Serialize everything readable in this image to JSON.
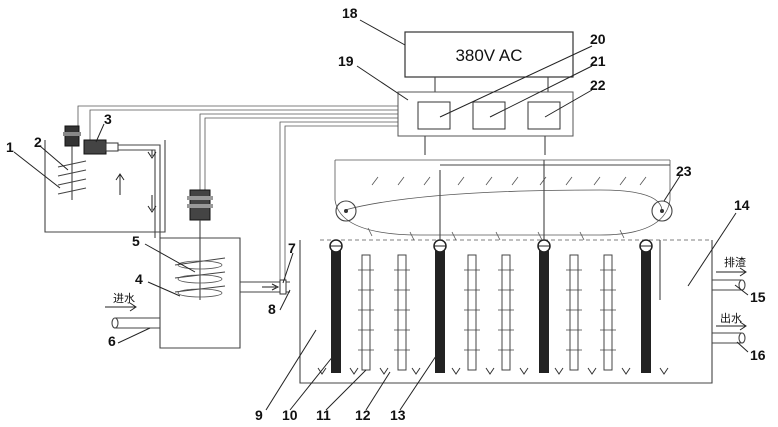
{
  "power_supply": {
    "label": "380V AC"
  },
  "inlet_label": "进水",
  "slag_outlet_label": "排渣",
  "water_outlet_label": "出水",
  "part_numbers": [
    "1",
    "2",
    "3",
    "4",
    "5",
    "6",
    "7",
    "8",
    "9",
    "10",
    "11",
    "12",
    "13",
    "14",
    "15",
    "16",
    "18",
    "19",
    "20",
    "21",
    "22",
    "23"
  ]
}
